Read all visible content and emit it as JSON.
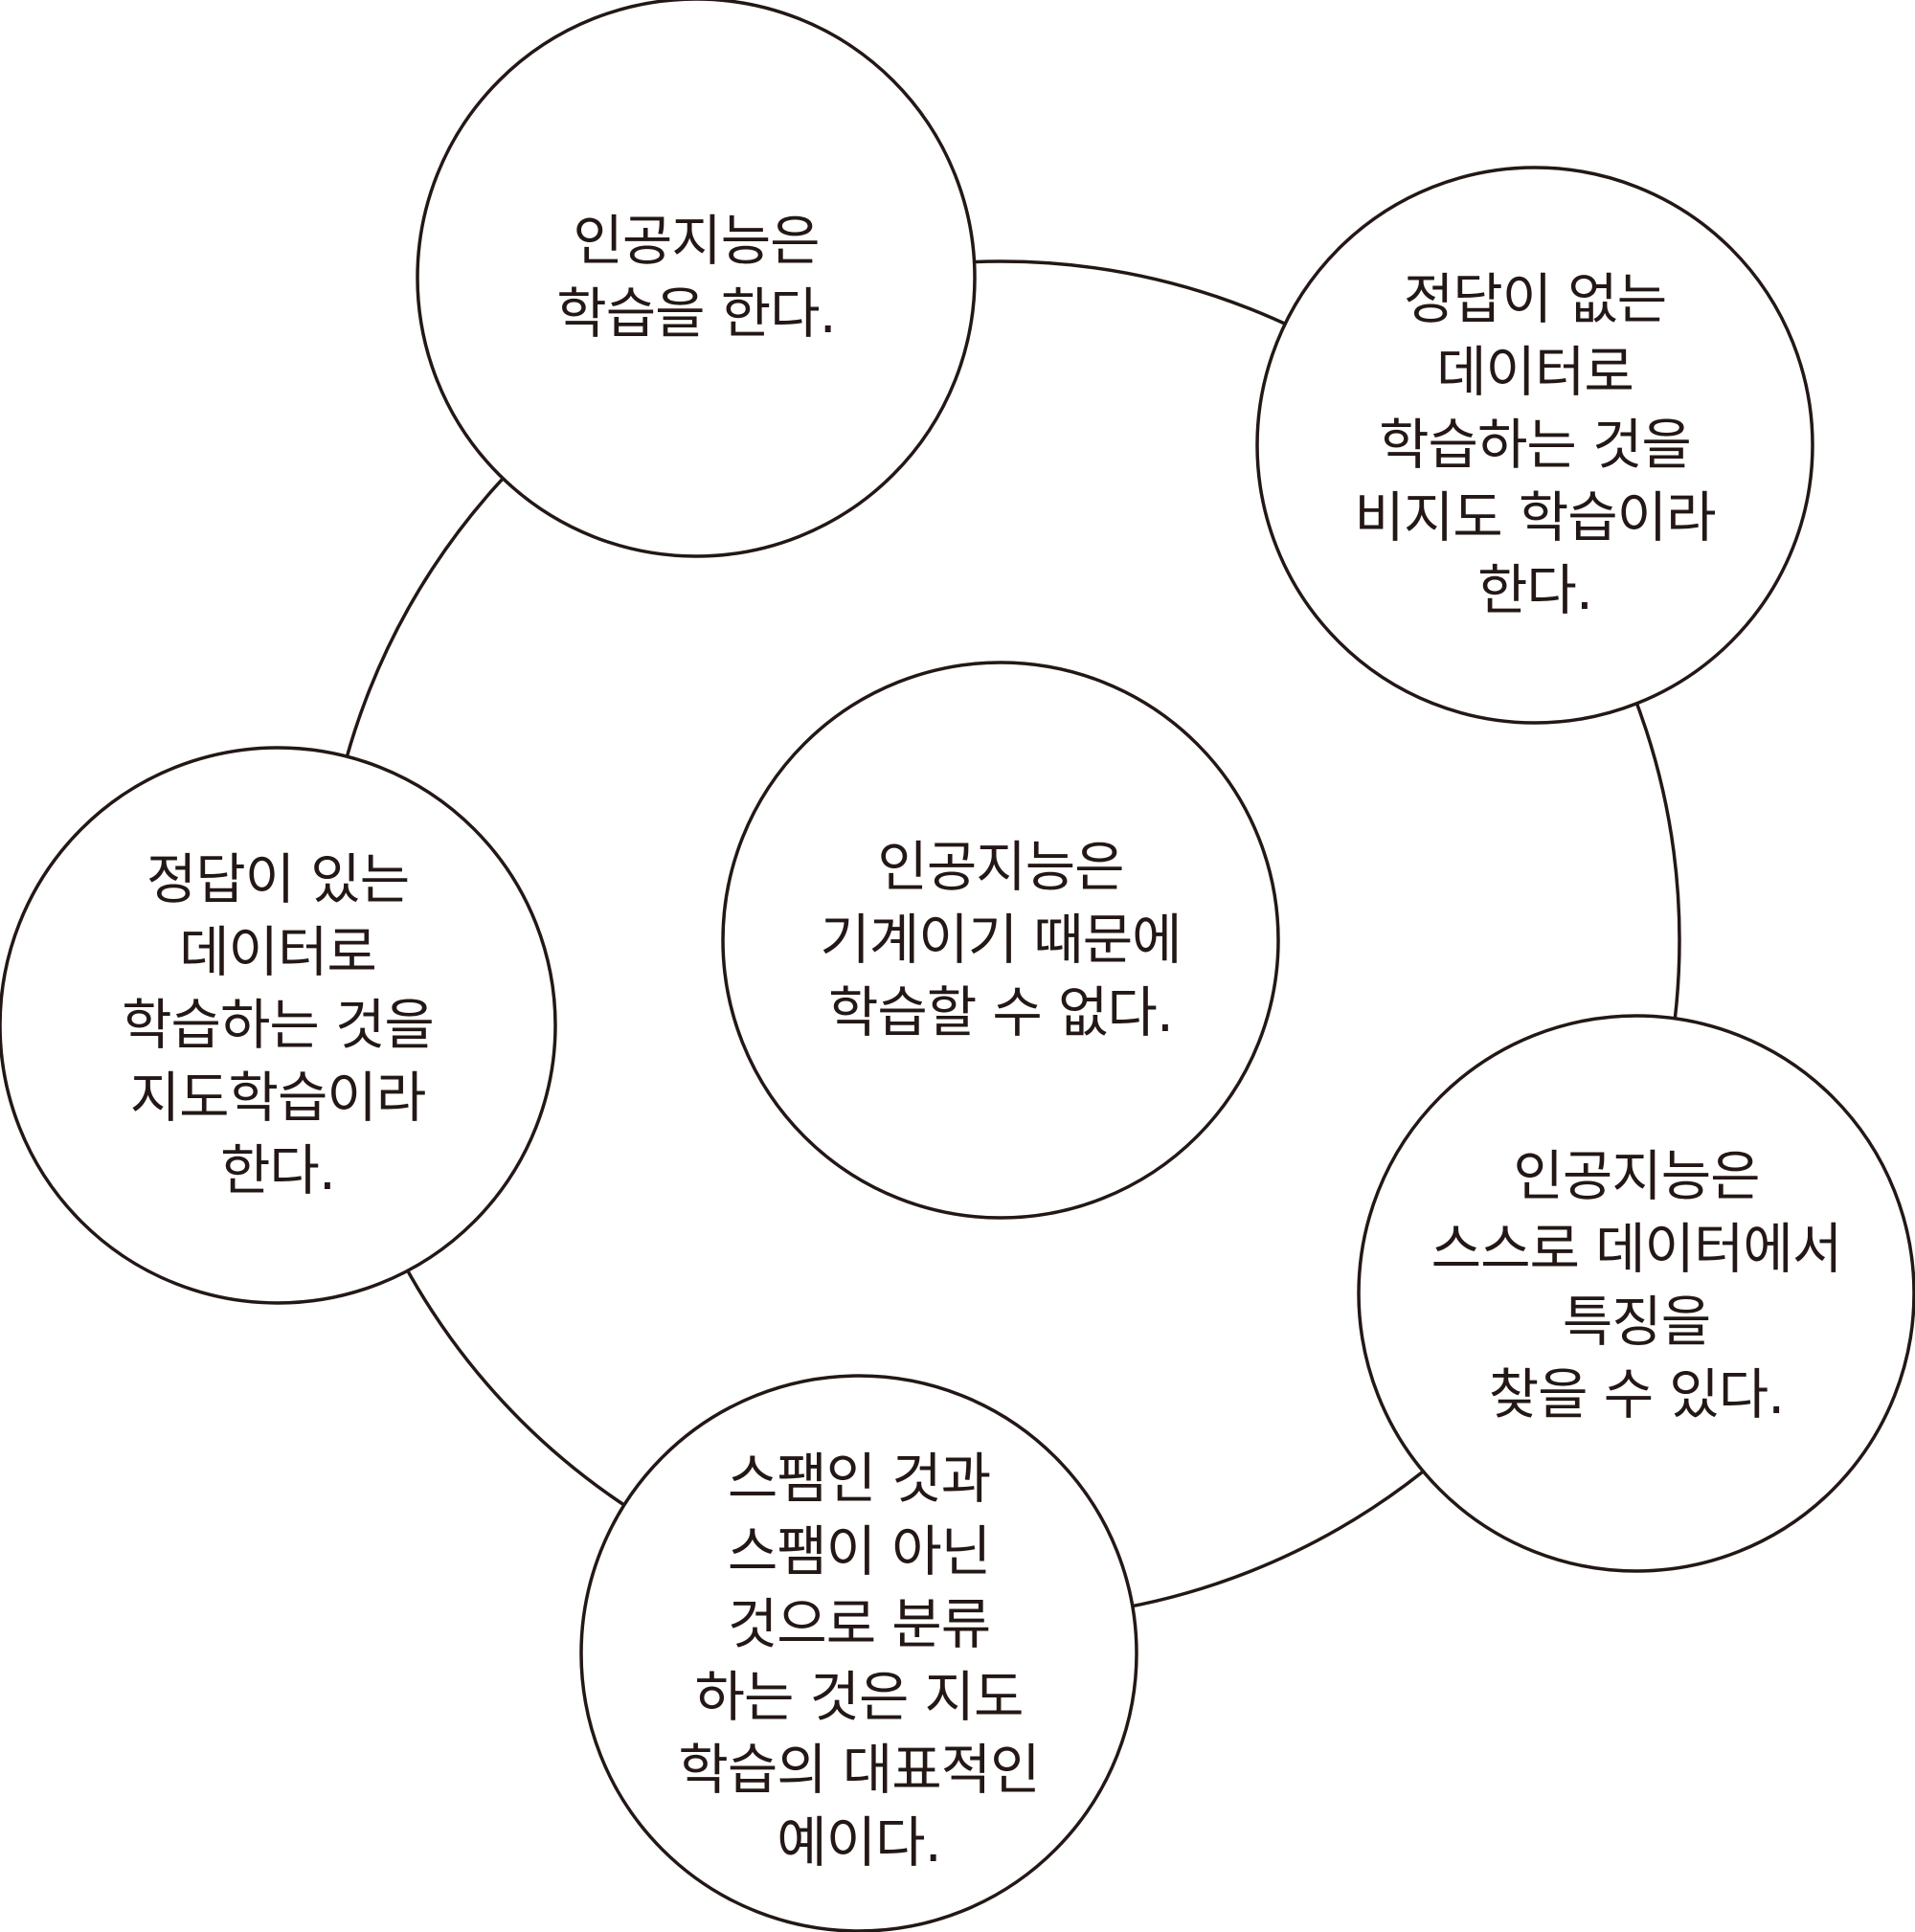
{
  "diagram": {
    "colors": {
      "stroke": "#231815",
      "text": "#231815",
      "background": "#ffffff"
    },
    "nodes": [
      {
        "id": "top",
        "label": "인공지능은\n학습을 한다."
      },
      {
        "id": "right",
        "label": "정답이 없는\n데이터로\n학습하는 것을\n비지도 학습이라\n한다."
      },
      {
        "id": "bottom-right",
        "label": "인공지능은\n스스로 데이터에서\n특징을\n찾을 수 있다."
      },
      {
        "id": "bottom",
        "label": "스팸인 것과\n스팸이 아닌\n것으로 분류\n하는 것은 지도\n학습의 대표적인\n예이다."
      },
      {
        "id": "left",
        "label": "정답이 있는\n데이터로\n학습하는 것을\n지도학습이라\n한다."
      },
      {
        "id": "center",
        "label": "인공지능은\n기계이기 때문에\n학습할 수 없다."
      }
    ]
  }
}
